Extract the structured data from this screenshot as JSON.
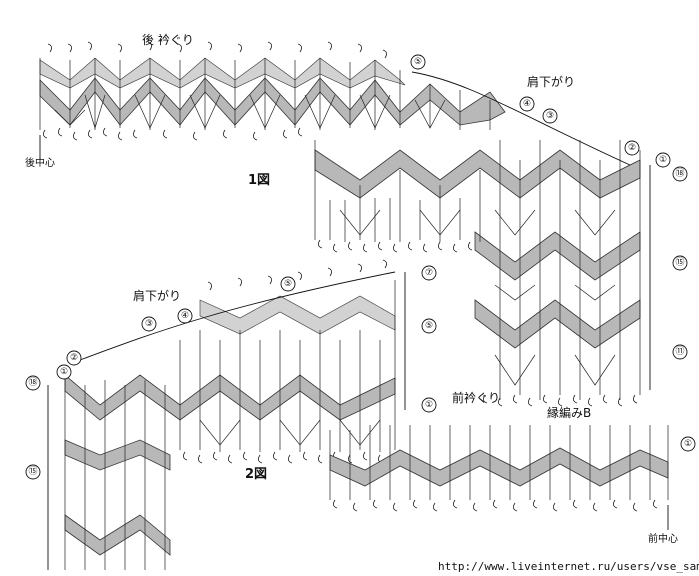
{
  "figure1": {
    "title": "1図",
    "neck_label": "後 衿ぐり",
    "shoulder_label": "肩下がり",
    "center_label": "後中心",
    "left_markers": [
      "⑤",
      "④",
      "③",
      "②",
      "①"
    ],
    "right_markers": [
      "⑱",
      "⑮",
      "⑪"
    ]
  },
  "figure2": {
    "title": "2図",
    "shoulder_label": "肩下がり",
    "neck_label": "前衿ぐり",
    "edge_label": "縁編みB",
    "center_label": "前中心",
    "top_markers": [
      "⑤",
      "④",
      "③",
      "②",
      "①"
    ],
    "right_markers": [
      "⑦",
      "⑤",
      "①"
    ],
    "left_markers": [
      "⑱",
      "⑮"
    ],
    "collar_marker": "①"
  },
  "footer": {
    "url": "http://www.liveinternet.ru/users/vse_sama/"
  }
}
